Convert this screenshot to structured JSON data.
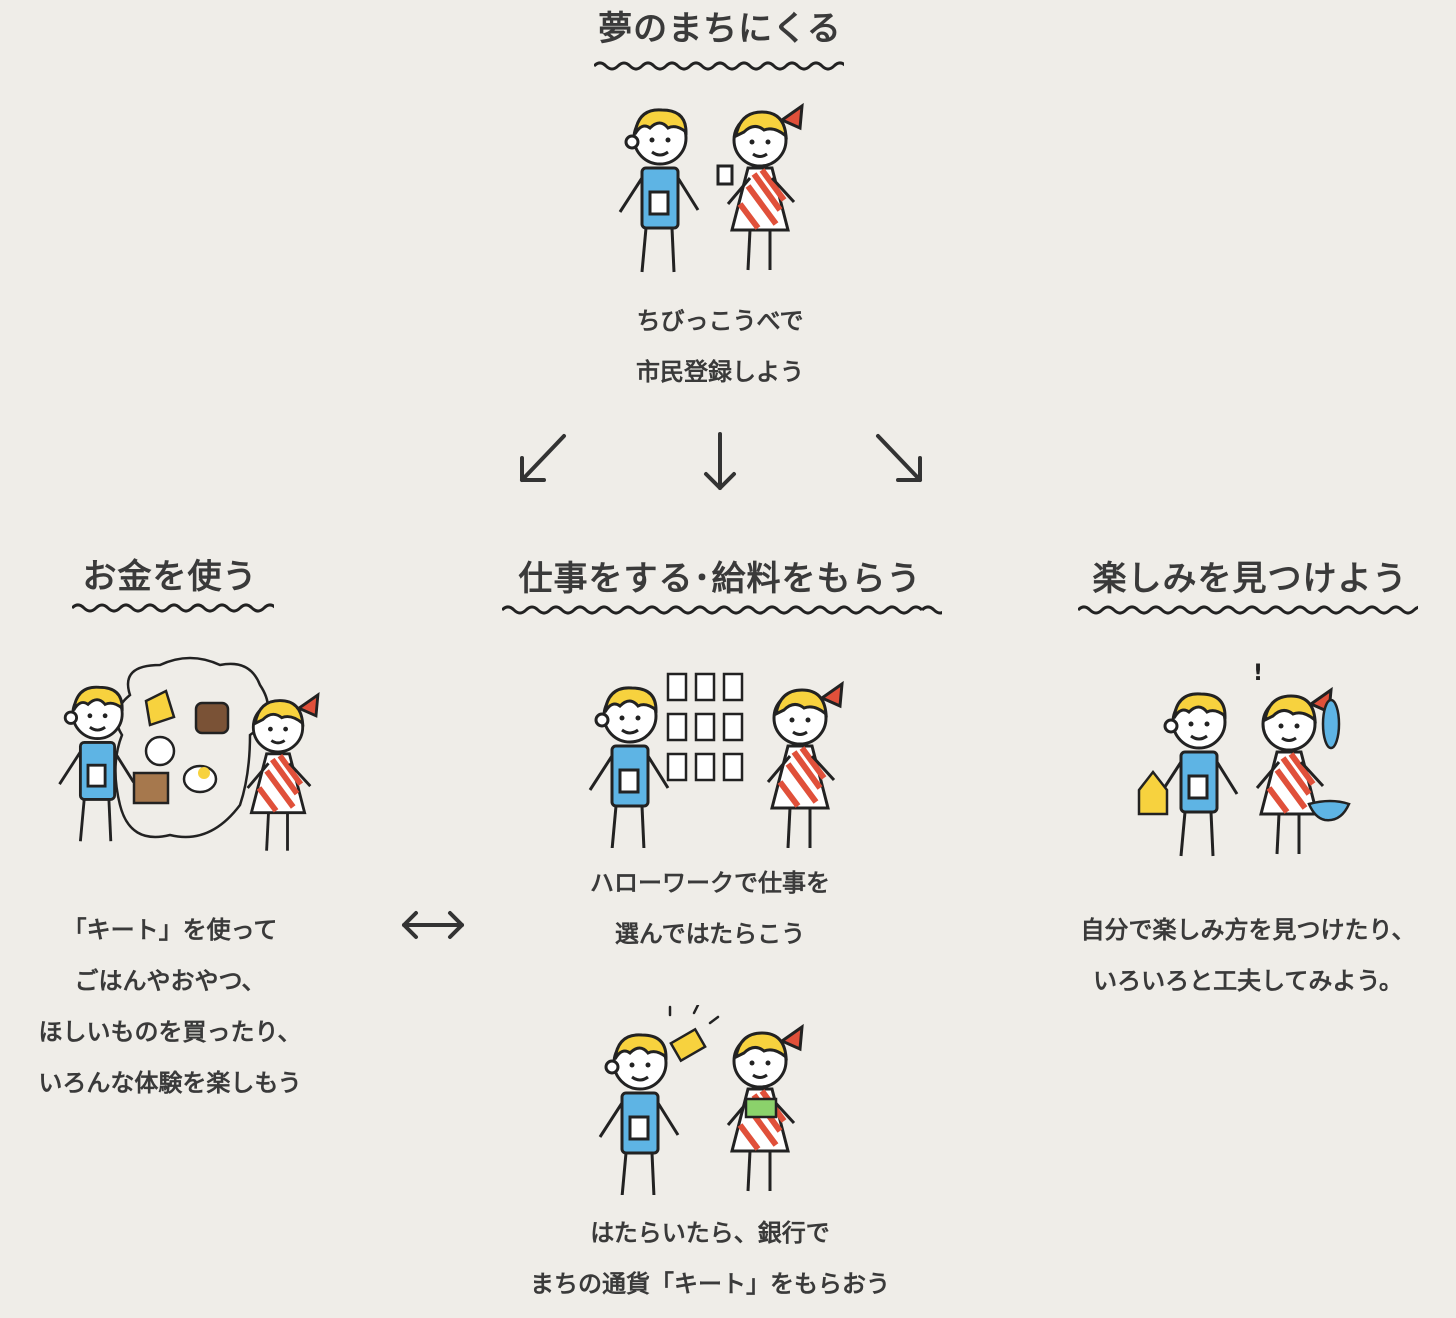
{
  "top": {
    "heading": "夢のまちにくる",
    "text": [
      "ちびっこうべで",
      "市民登録しよう"
    ]
  },
  "left": {
    "heading": "お金を使う",
    "text": [
      "「キート」を使って",
      "ごはんやおやつ、",
      "ほしいものを買ったり、",
      "いろんな体験を楽しもう"
    ]
  },
  "center": {
    "heading": "仕事をする･給料をもらう",
    "text_top": [
      "ハローワークで仕事を",
      "選んではたらこう"
    ],
    "text_bottom": [
      "はたらいたら、銀行で",
      "まちの通貨「キート」をもらおう"
    ]
  },
  "right": {
    "heading": "楽しみを見つけよう",
    "text": [
      "自分で楽しみ方を見つけたり、",
      "いろいろと工夫してみよう。"
    ]
  },
  "colors": {
    "background": "#efede8",
    "text": "#3a3a3a",
    "hair": "#f7d23e",
    "boy_shirt": "#5eb4e4",
    "girl_dress": "#e0503a"
  }
}
